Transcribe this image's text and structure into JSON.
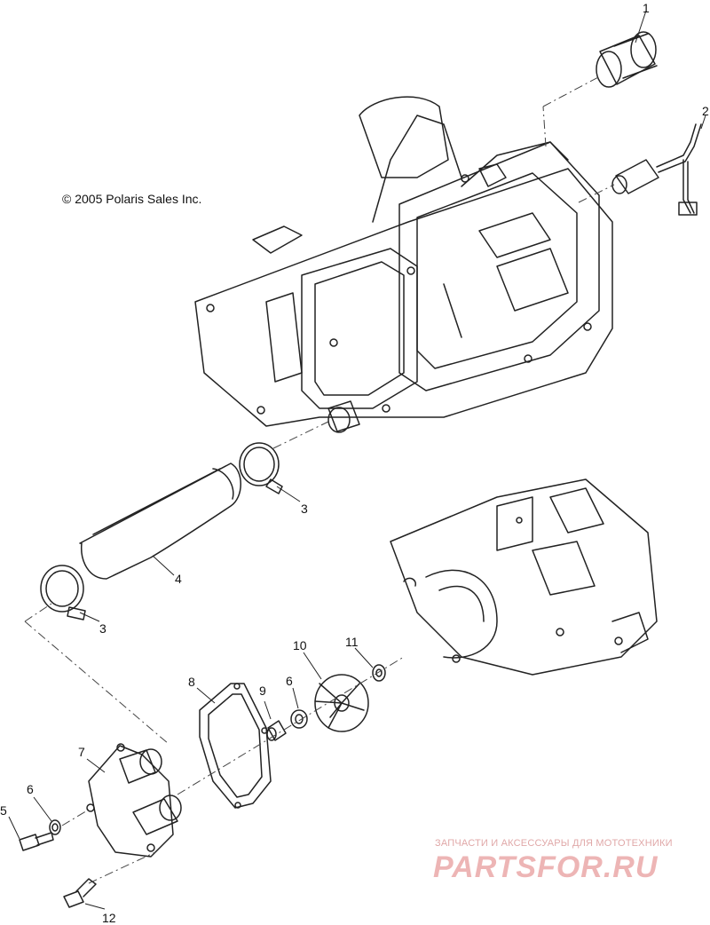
{
  "copyright": "© 2005 Polaris Sales Inc.",
  "callouts": {
    "c1": "1",
    "c2": "2",
    "c3a": "3",
    "c3b": "3",
    "c4": "4",
    "c5": "5",
    "c6a": "6",
    "c6b": "6",
    "c7": "7",
    "c8": "8",
    "c9": "9",
    "c10": "10",
    "c11": "11",
    "c12": "12"
  },
  "watermark": {
    "caption": "ЗАПЧАСТИ И АКСЕССУАРЫ ДЛЯ МОТОТЕХНИКИ",
    "logo": "PARTSFOR.RU"
  }
}
